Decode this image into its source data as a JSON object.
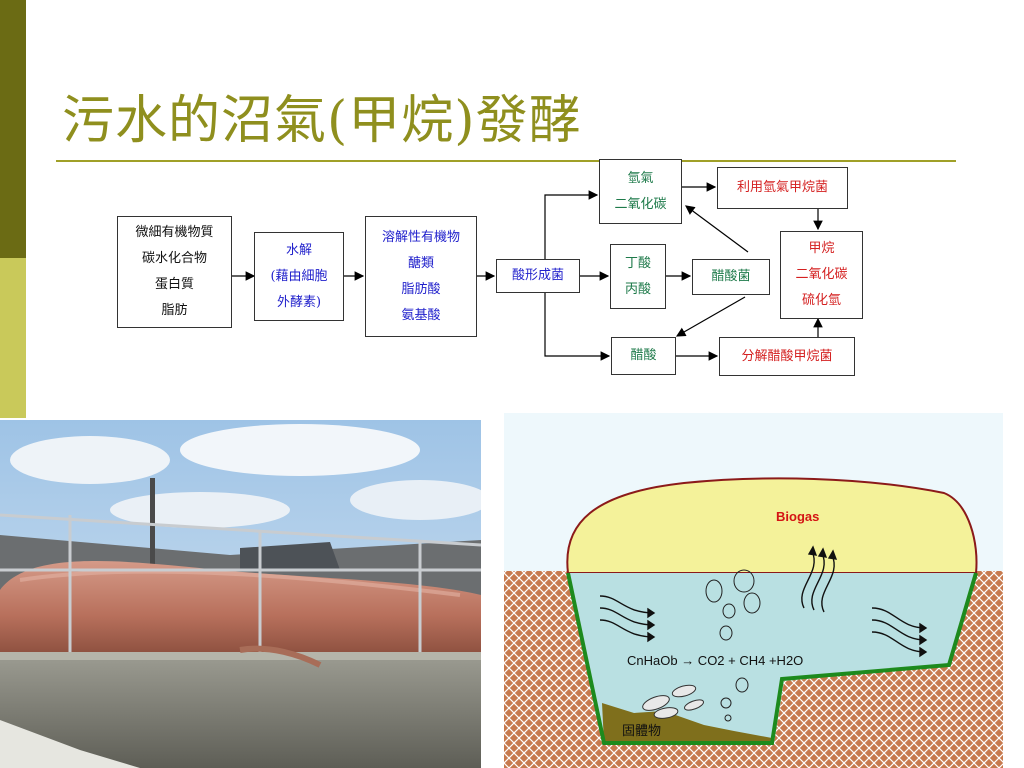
{
  "slide": {
    "title": "污水的沼氣(甲烷)發酵"
  },
  "flowchart": {
    "substrates": {
      "lines": [
        "微細有機物質",
        "碳水化合物",
        "蛋白質",
        "脂肪"
      ]
    },
    "hydrolysis": {
      "lines": [
        "水解",
        "(藉由細胞",
        "外酵素)"
      ]
    },
    "soluble_organics": {
      "lines": [
        "溶解性有機物",
        "醣類",
        "脂肪酸",
        "氨基酸"
      ]
    },
    "acidogens": {
      "lines": [
        "酸形成菌"
      ]
    },
    "hydrogen_co2": {
      "lines": [
        "氫氣",
        "二氧化碳"
      ]
    },
    "butyric_propionic": {
      "lines": [
        "丁酸",
        "丙酸"
      ]
    },
    "acetogens": {
      "lines": [
        "醋酸菌"
      ]
    },
    "acetic_acid": {
      "lines": [
        "醋酸"
      ]
    },
    "h2_methanogens": {
      "lines": [
        "利用氫氣甲烷菌"
      ]
    },
    "acetoclastic_methanogens": {
      "lines": [
        "分解醋酸甲烷菌"
      ]
    },
    "products": {
      "lines": [
        "甲烷",
        "二氧化碳",
        "硫化氫"
      ]
    }
  },
  "digester_diagram": {
    "biogas_label": "Biogas",
    "reaction_equation": "CnHaOb → CO2 + CH4 +H2O",
    "sludge_label": "固體物"
  },
  "colors": {
    "accent_dark": "#6b6b14",
    "accent_light": "#c9c95a",
    "title": "#8f8f1e",
    "text_blue": "#2222cc",
    "text_green": "#1e7a4a",
    "text_red": "#d42020"
  }
}
